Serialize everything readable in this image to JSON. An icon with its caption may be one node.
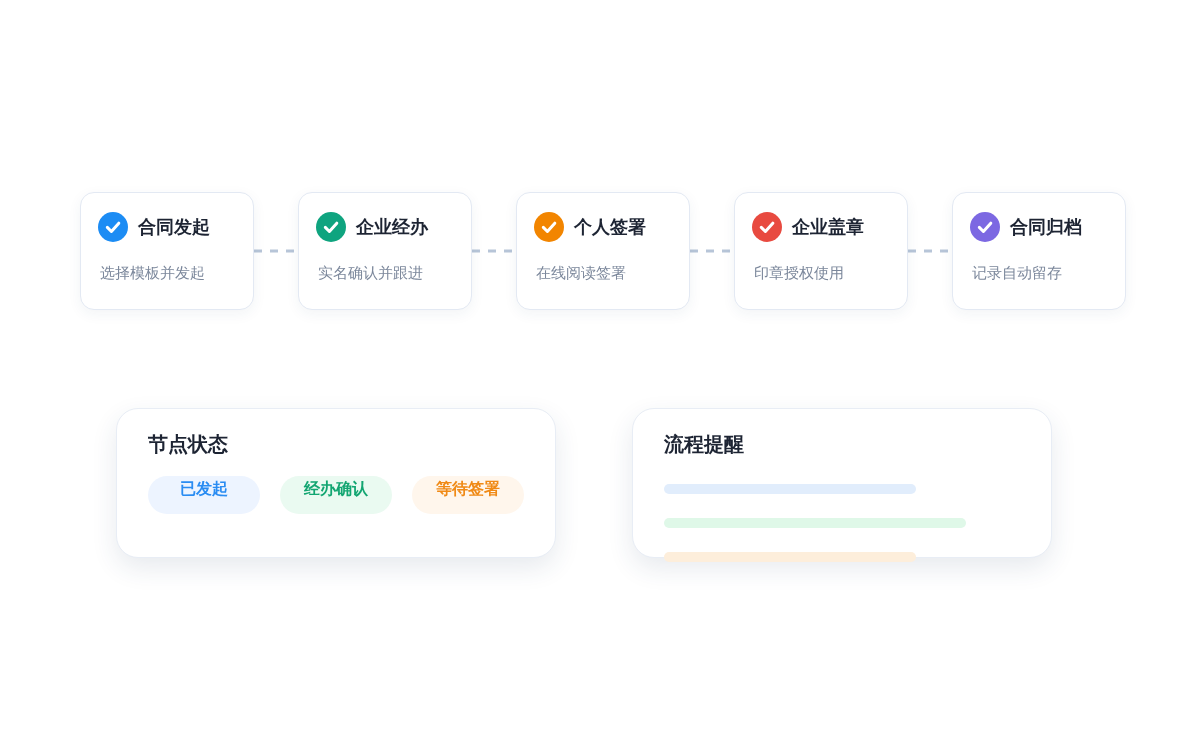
{
  "diagram": {
    "nodes": [
      {
        "text": [
          "合同发起",
          "选择模板并发起"
        ]
      },
      {
        "text": [
          "企业经办",
          "实名确认并跟进"
        ]
      },
      {
        "text": [
          "个人签署",
          "在线阅读签署"
        ]
      },
      {
        "text": [
          "企业盖章",
          "印章授权使用"
        ]
      },
      {
        "text": [
          "合同归档",
          "记录自动留存"
        ]
      },
      {
        "text": [
          "节点状态"
        ]
      },
      {
        "text": [
          "已发起"
        ],
        "in": 5
      },
      {
        "text": [
          "经办确认"
        ],
        "in": 5
      },
      {
        "text": [
          "等待签署"
        ],
        "in": 5
      },
      {
        "text": [
          "流程提醒"
        ]
      },
      {
        "text": [],
        "shape": "bar",
        "in": 9
      },
      {
        "text": [],
        "shape": "bar",
        "in": 9
      },
      {
        "text": [],
        "shape": "bar",
        "in": 9
      }
    ],
    "edges": [
      {
        "from": 0,
        "to": 1,
        "arrow": "none",
        "style": "dashed"
      },
      {
        "from": 1,
        "to": 2,
        "arrow": "none",
        "style": "dashed"
      },
      {
        "from": 2,
        "to": 3,
        "arrow": "none",
        "style": "dashed"
      },
      {
        "from": 3,
        "to": 4,
        "arrow": "none",
        "style": "dashed"
      }
    ]
  }
}
